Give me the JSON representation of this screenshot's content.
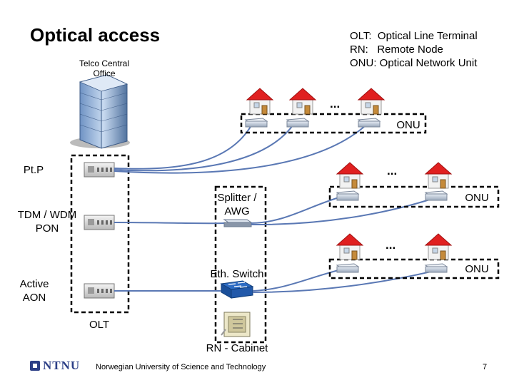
{
  "title": "Optical access",
  "legend": {
    "olt": "OLT:  Optical Line Terminal",
    "rn": "RN:   Remote Node",
    "onu": "ONU: Optical Network Unit"
  },
  "central_office": {
    "line1": "Telco Central",
    "line2": "Office"
  },
  "architectures": {
    "ptp": "Pt.P",
    "tdm_line1": "TDM / WDM",
    "tdm_line2": "PON",
    "aon_line1": "Active",
    "aon_line2": "AON"
  },
  "devices": {
    "olt": "OLT",
    "splitter_line1": "Splitter /",
    "splitter_line2": "AWG",
    "switch": "Eth. Switch",
    "cabinet": "RN - Cabinet"
  },
  "onu_labels": [
    "ONU",
    "ONU",
    "ONU"
  ],
  "ellipsis": "...",
  "footer": {
    "logo": "NTNU",
    "university": "Norwegian University of Science and Technology",
    "page": "7"
  },
  "colors": {
    "fiber": "#5a78b4",
    "roof": "#e02020",
    "wall": "#f2f2f2"
  }
}
